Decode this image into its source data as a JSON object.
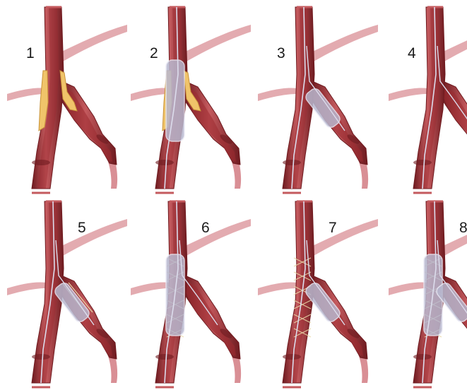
{
  "figure": {
    "steps": [
      {
        "label": "1",
        "guidewire": false,
        "main_balloon": false,
        "main_stent": false,
        "side_balloon": false,
        "side_stent": false,
        "plaque": true
      },
      {
        "label": "2",
        "guidewire": true,
        "main_balloon": true,
        "main_stent": false,
        "side_balloon": false,
        "side_stent": false,
        "plaque": true
      },
      {
        "label": "3",
        "guidewire": true,
        "main_balloon": false,
        "main_stent": false,
        "side_balloon": true,
        "side_stent": false,
        "plaque": false
      },
      {
        "label": "4",
        "guidewire": true,
        "main_balloon": false,
        "main_stent": false,
        "side_balloon": false,
        "side_stent": false,
        "plaque": false
      },
      {
        "label": "5",
        "guidewire": true,
        "main_balloon": false,
        "main_stent": false,
        "side_balloon": true,
        "side_stent": true,
        "plaque": false
      },
      {
        "label": "6",
        "guidewire": true,
        "main_balloon": true,
        "main_stent": true,
        "side_balloon": false,
        "side_stent": false,
        "plaque": false
      },
      {
        "label": "7",
        "guidewire": true,
        "main_balloon": false,
        "main_stent": true,
        "side_balloon": true,
        "side_stent": false,
        "plaque": false
      },
      {
        "label": "8",
        "guidewire": true,
        "main_balloon": true,
        "main_stent": true,
        "side_balloon": true,
        "side_stent": false,
        "plaque": false
      }
    ],
    "colors": {
      "vessel_dark": "#6e1a1f",
      "vessel_mid": "#9c2a30",
      "vessel_light": "#c45a5e",
      "side_vessel": "#d98f95",
      "plaque": "#f0c46a",
      "plaque_edge": "#c8933a",
      "balloon": "#b8b8cf",
      "balloon_edge": "#e8e8f4",
      "stent": "#e9d9a8",
      "wire": "#dcdcec"
    }
  }
}
